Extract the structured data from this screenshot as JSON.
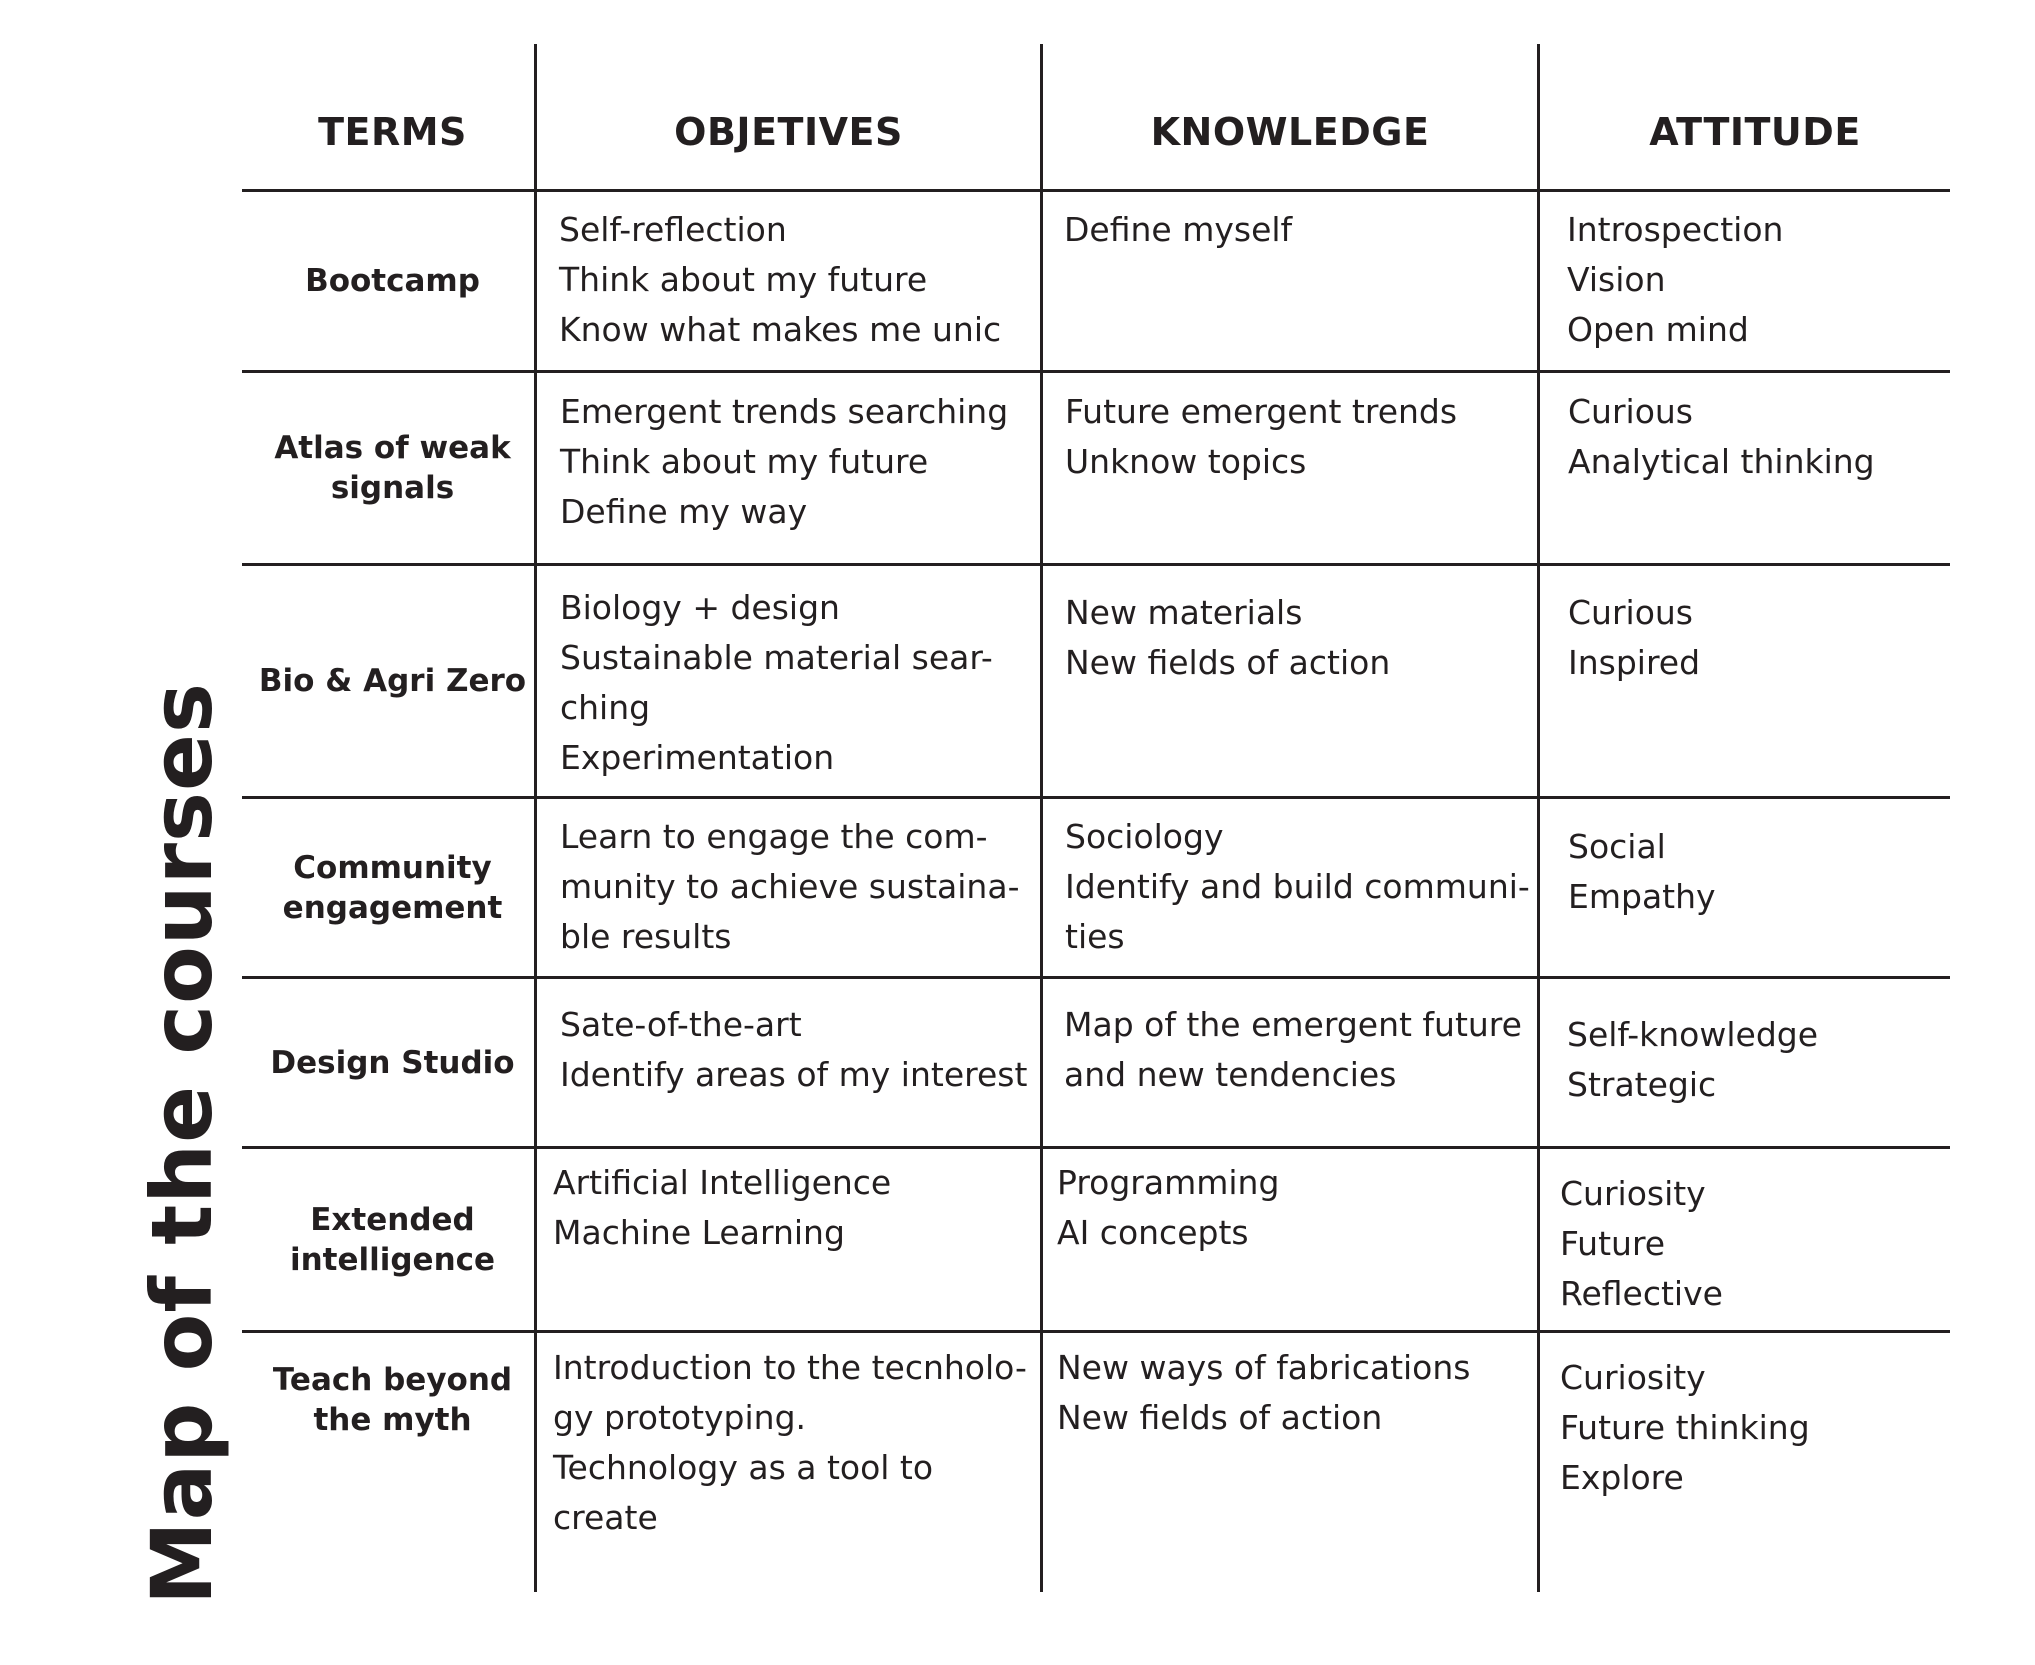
{
  "title": "Map of the courses",
  "headers": {
    "terms": "TERMS",
    "objectives": "OBJETIVES",
    "knowledge": "KNOWLEDGE",
    "attitude": "ATTITUDE"
  },
  "rows": [
    {
      "term": "Bootcamp",
      "objectives": [
        "Self-reflection",
        "Think about my future",
        "Know what makes me unic"
      ],
      "knowledge": [
        "Define myself"
      ],
      "attitude": [
        "Introspection",
        "Vision",
        "Open mind"
      ]
    },
    {
      "term": "Atlas of weak signals",
      "objectives": [
        "Emergent trends searching",
        "Think about my future",
        "Define my way"
      ],
      "knowledge": [
        "Future emergent trends",
        "Unknow topics"
      ],
      "attitude": [
        "Curious",
        "Analytical thinking"
      ]
    },
    {
      "term": "Bio & Agri Zero",
      "objectives": [
        "Biology + design",
        "Sustainable material sear-",
        "ching",
        "Experimentation"
      ],
      "knowledge": [
        "New materials",
        "New fields of action"
      ],
      "attitude": [
        "Curious",
        "Inspired"
      ]
    },
    {
      "term": "Community engagement",
      "objectives": [
        "Learn to engage the com-",
        "munity to achieve sustaina-",
        "ble results"
      ],
      "knowledge": [
        "Sociology",
        "Identify and build communi-",
        "ties"
      ],
      "attitude": [
        "Social",
        "Empathy"
      ]
    },
    {
      "term": "Design Studio",
      "objectives": [
        "Sate-of-the-art",
        "Identify areas of my interest"
      ],
      "knowledge": [
        "Map of the emergent future",
        "and new tendencies"
      ],
      "attitude": [
        "Self-knowledge",
        "Strategic"
      ]
    },
    {
      "term": "Extended intelligence",
      "objectives": [
        "Artificial Intelligence",
        "Machine Learning"
      ],
      "knowledge": [
        "Programming",
        "AI concepts"
      ],
      "attitude": [
        "Curiosity",
        "Future",
        "Reflective"
      ]
    },
    {
      "term": "Teach beyond the myth",
      "objectives": [
        "Introduction to the tecnholo-",
        "gy prototyping.",
        "Technology as a tool to",
        "create"
      ],
      "knowledge": [
        "New ways of fabrications",
        "New fields of action"
      ],
      "attitude": [
        "Curiosity",
        "Future thinking",
        "Explore"
      ]
    }
  ]
}
